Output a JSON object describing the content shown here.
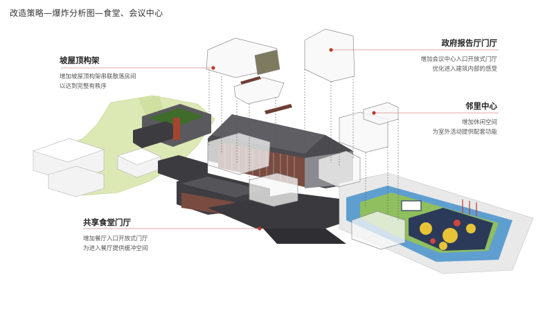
{
  "page": {
    "title": "改造策略—爆炸分析图—食堂、会议中心"
  },
  "callouts": {
    "roof": {
      "title": "坡屋顶构架",
      "lines": [
        "增加坡屋顶构架串联散落房间",
        "以达到完整有秩序"
      ]
    },
    "hall": {
      "title": "政府报告厅门厅",
      "lines": [
        "增加会议中心入口开放式门厅",
        "优化进入建筑内部的感受"
      ]
    },
    "neighborhood": {
      "title": "邻里中心",
      "lines": [
        "增加休闲空间",
        "为室外活动提供配套功能"
      ]
    },
    "canteen": {
      "title": "共享食堂门厅",
      "lines": [
        "增加餐厅入口开放式门厅",
        "为进入餐厅提供缓冲空间"
      ]
    }
  },
  "colors": {
    "accent_line": "#d98a8a",
    "marker": "#c0392b",
    "green_site": "#d6e6a8",
    "dark_green": "#3f6b2b",
    "roof_dark": "#4b4b4f",
    "brick": "#7a4b40",
    "court_green": "#8fbf5e",
    "track_blue": "#6fa8d6"
  },
  "icons": [
    "red-marker-dot"
  ]
}
